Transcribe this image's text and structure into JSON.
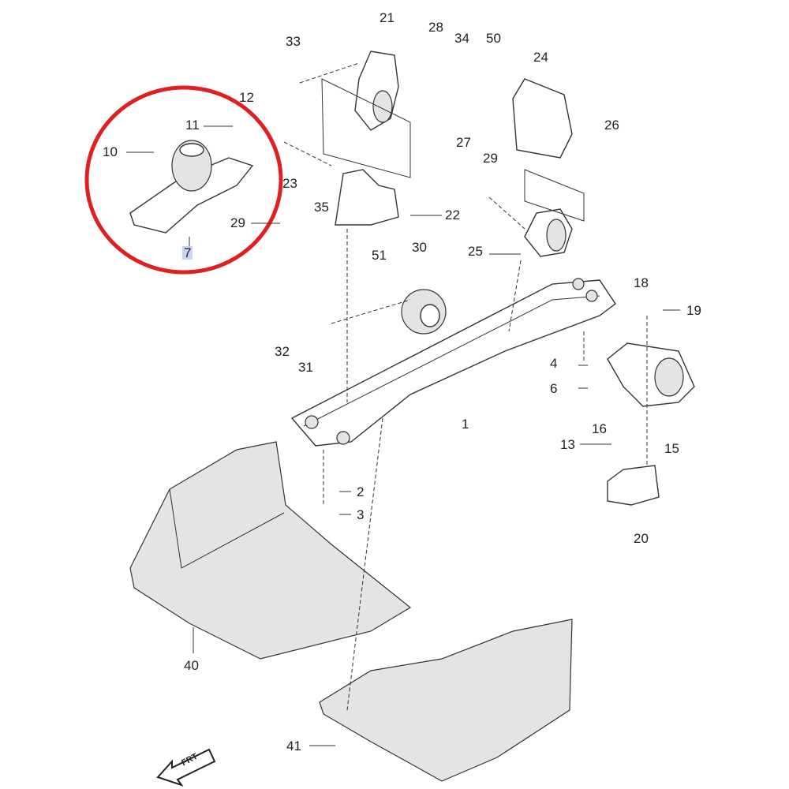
{
  "diagram": {
    "callouts": [
      "21",
      "33",
      "28",
      "34",
      "50",
      "24",
      "12",
      "11",
      "10",
      "26",
      "27",
      "29",
      "23",
      "35",
      "22",
      "29",
      "51",
      "30",
      "25",
      "7",
      "18",
      "19",
      "32",
      "31",
      "4",
      "6",
      "1",
      "16",
      "15",
      "13",
      "2",
      "3",
      "20",
      "40",
      "41"
    ],
    "highlighted_callout": "7",
    "direction_arrow": "FRT",
    "highlight_color": "#e02020"
  }
}
